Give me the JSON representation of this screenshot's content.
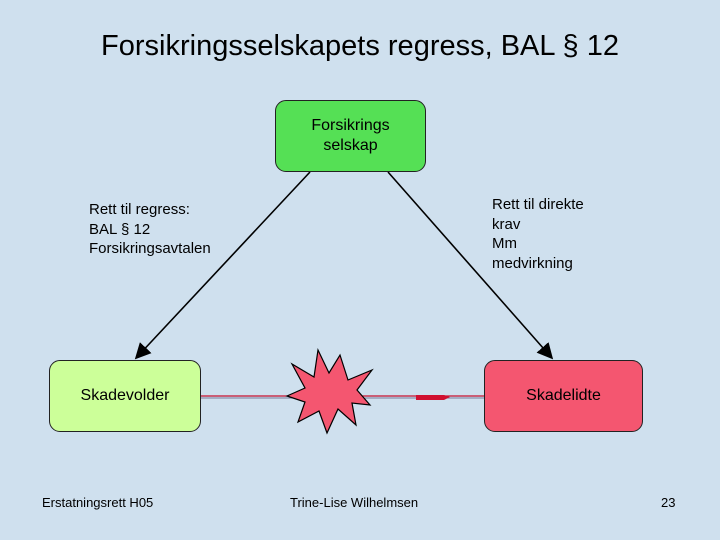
{
  "title": "Forsikringsselskapets regress, BAL § 12",
  "nodes": {
    "insurer": "Forsikrings\nselskap",
    "tortfeasor": "Skadevolder",
    "injured": "Skadelidte"
  },
  "notes": {
    "left": "Rett til regress:\nBAL § 12\nForsikringsavtalen",
    "right": "Rett til direkte\nkrav\nMm\nmedvirkning"
  },
  "footer": {
    "left": "Erstatningsrett H05",
    "center": "Trine-Lise Wilhelmsen",
    "right": "23"
  },
  "colors": {
    "background": "#cfe0ee",
    "insurer_box": "#55e055",
    "tortfeasor_box": "#ccff99",
    "injured_box": "#f45670",
    "burst": "#f45670",
    "connector": "#000000",
    "damage_line": "#c8102e"
  },
  "icons": {
    "burst": "explosion-burst-icon"
  }
}
